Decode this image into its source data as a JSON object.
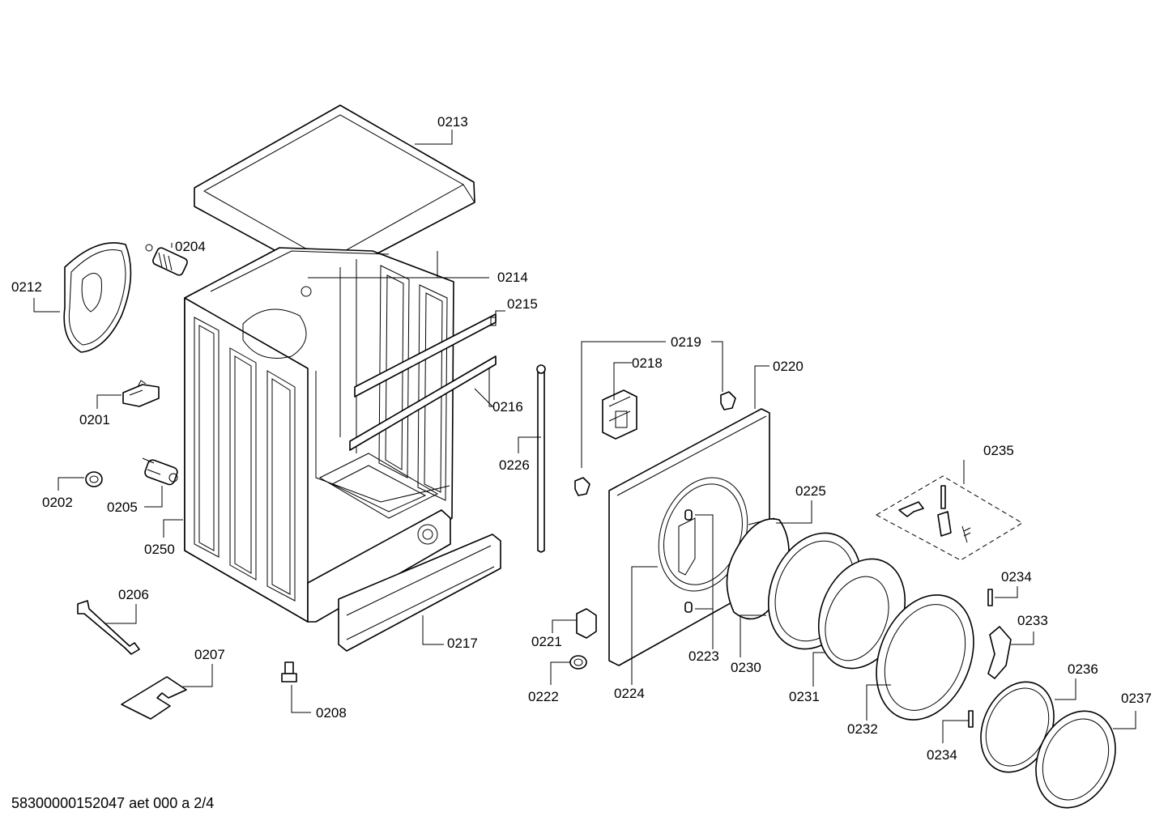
{
  "labels": {
    "p0213": "0213",
    "p0204": "0204",
    "p0212": "0212",
    "p0214": "0214",
    "p0215": "0215",
    "p0201": "0201",
    "p0216": "0216",
    "p0219": "0219",
    "p0218": "0218",
    "p0220": "0220",
    "p0226": "0226",
    "p0202": "0202",
    "p0205": "0205",
    "p0235": "0235",
    "p0225": "0225",
    "p0250": "0250",
    "p0206": "0206",
    "p0234a": "0234",
    "p0233": "0233",
    "p0217": "0217",
    "p0221": "0221",
    "p0223": "0223",
    "p0230": "0230",
    "p0207": "0207",
    "p0236": "0236",
    "p0237": "0237",
    "p0222": "0222",
    "p0224": "0224",
    "p0231": "0231",
    "p0208": "0208",
    "p0232": "0232",
    "p0234b": "0234"
  },
  "footer": "58300000152047 aet 000 a 2/4"
}
